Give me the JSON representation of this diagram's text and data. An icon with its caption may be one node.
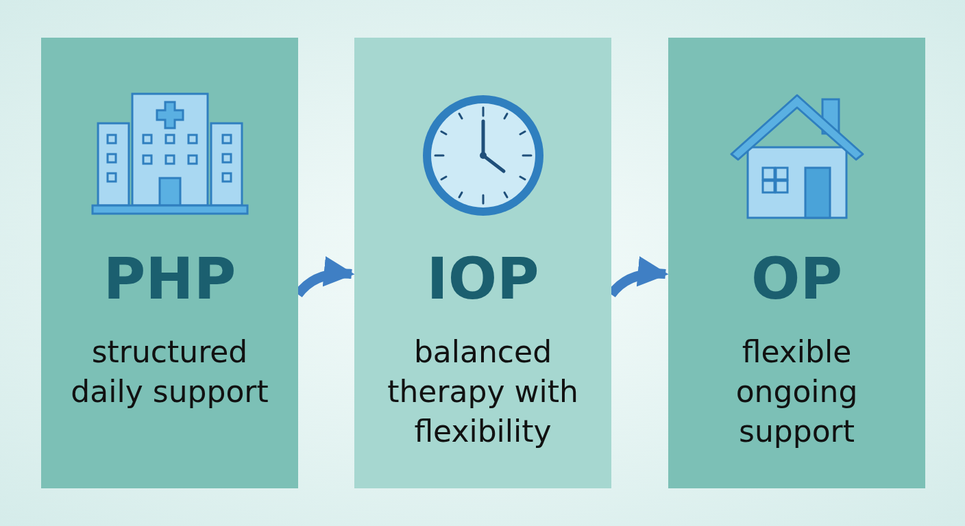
{
  "diagram": {
    "nodes": [
      {
        "text": [
          "PHP",
          "structured daily support"
        ]
      },
      {
        "text": [
          "IOP",
          "balanced therapy with flexibility"
        ]
      },
      {
        "text": [
          "OP",
          "flexible ongoing support"
        ]
      }
    ],
    "edges": [
      {
        "from": 0,
        "to": 1,
        "arrow": "to"
      },
      {
        "from": 1,
        "to": 2,
        "arrow": "to"
      }
    ]
  }
}
